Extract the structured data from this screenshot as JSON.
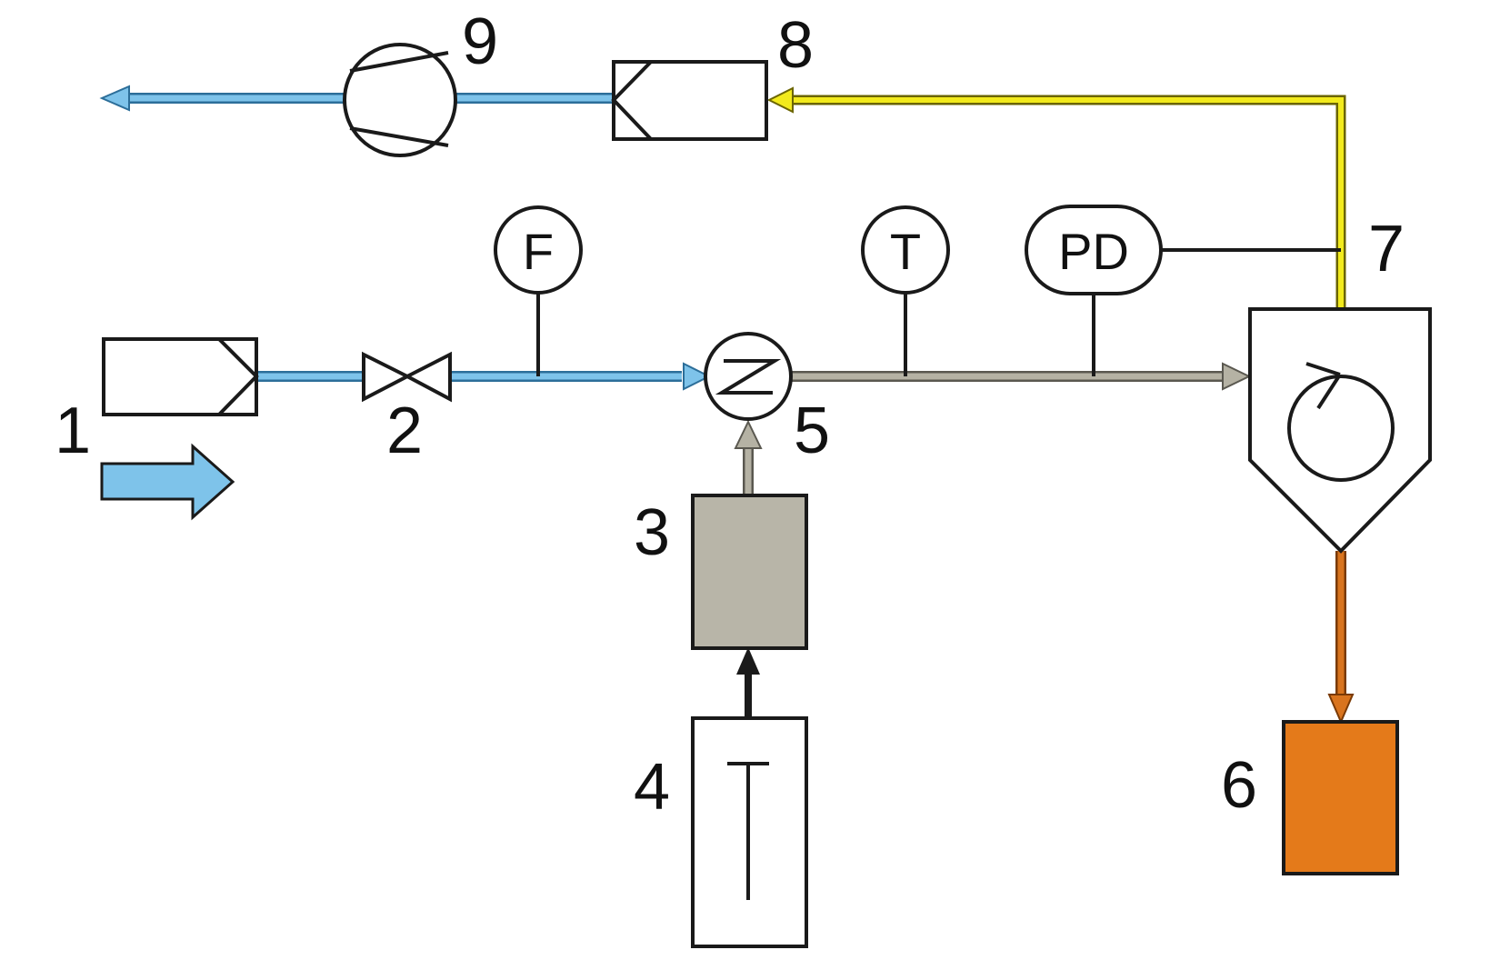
{
  "labels": {
    "n1": "1",
    "n2": "2",
    "n3": "3",
    "n4": "4",
    "n5": "5",
    "n6": "6",
    "n7": "7",
    "n8": "8",
    "n9": "9"
  },
  "instruments": {
    "flow": "F",
    "temperature": "T",
    "pressure_diff": "PD"
  },
  "colors": {
    "air_line": "#7ec3ea",
    "air_line_edge": "#2c6e99",
    "gas_line": "#b5b2a4",
    "exhaust_line": "#f2ea1c",
    "exhaust_edge": "#6b6500",
    "product_line": "#d9741e",
    "block_3": "#b8b5a8",
    "block_6": "#e47a1a",
    "flow_arrow": "#7ec3ea"
  }
}
